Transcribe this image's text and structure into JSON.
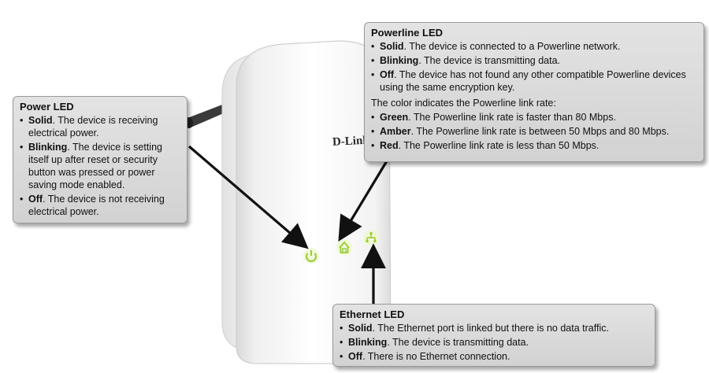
{
  "brand": "D-Link",
  "power_led": {
    "title": "Power LED",
    "items": [
      {
        "term": "Solid",
        "text": ". The device is receiving electrical power."
      },
      {
        "term": "Blinking",
        "text": ". The device is setting itself up after reset or security button was pressed or power saving mode enabled."
      },
      {
        "term": "Off",
        "text": ". The device is not receiving electrical power."
      }
    ]
  },
  "powerline_led": {
    "title": "Powerline LED",
    "items": [
      {
        "term": "Solid",
        "text": ". The device is connected to a Powerline network."
      },
      {
        "term": "Blinking",
        "text": ". The device is transmitting data."
      },
      {
        "term": "Off",
        "text": ". The device has not found any other compatible Powerline devices using the same encryption key."
      }
    ],
    "color_note": "The color indicates the Powerline link rate:",
    "colors": [
      {
        "term": "Green",
        "text": ". The Powerline link rate is faster than 80 Mbps."
      },
      {
        "term": "Amber",
        "text": ". The Powerline link rate is between 50 Mbps and 80 Mbps."
      },
      {
        "term": "Red",
        "text": ". The Powerline link rate is less than 50 Mbps."
      }
    ]
  },
  "ethernet_led": {
    "title": "Ethernet LED",
    "items": [
      {
        "term": "Solid",
        "text": ". The Ethernet port is linked but there is no data traffic."
      },
      {
        "term": "Blinking",
        "text": ". The device is transmitting data."
      },
      {
        "term": "Off",
        "text": ". There is no Ethernet connection."
      }
    ]
  },
  "icons": {
    "power": "power-icon",
    "powerline": "house-icon",
    "ethernet": "network-icon"
  },
  "colors": {
    "callout_bg": "#d9d9d9",
    "led_green": "#9acd32",
    "device_body": "#f4f4f4",
    "arrow": "#111111"
  }
}
